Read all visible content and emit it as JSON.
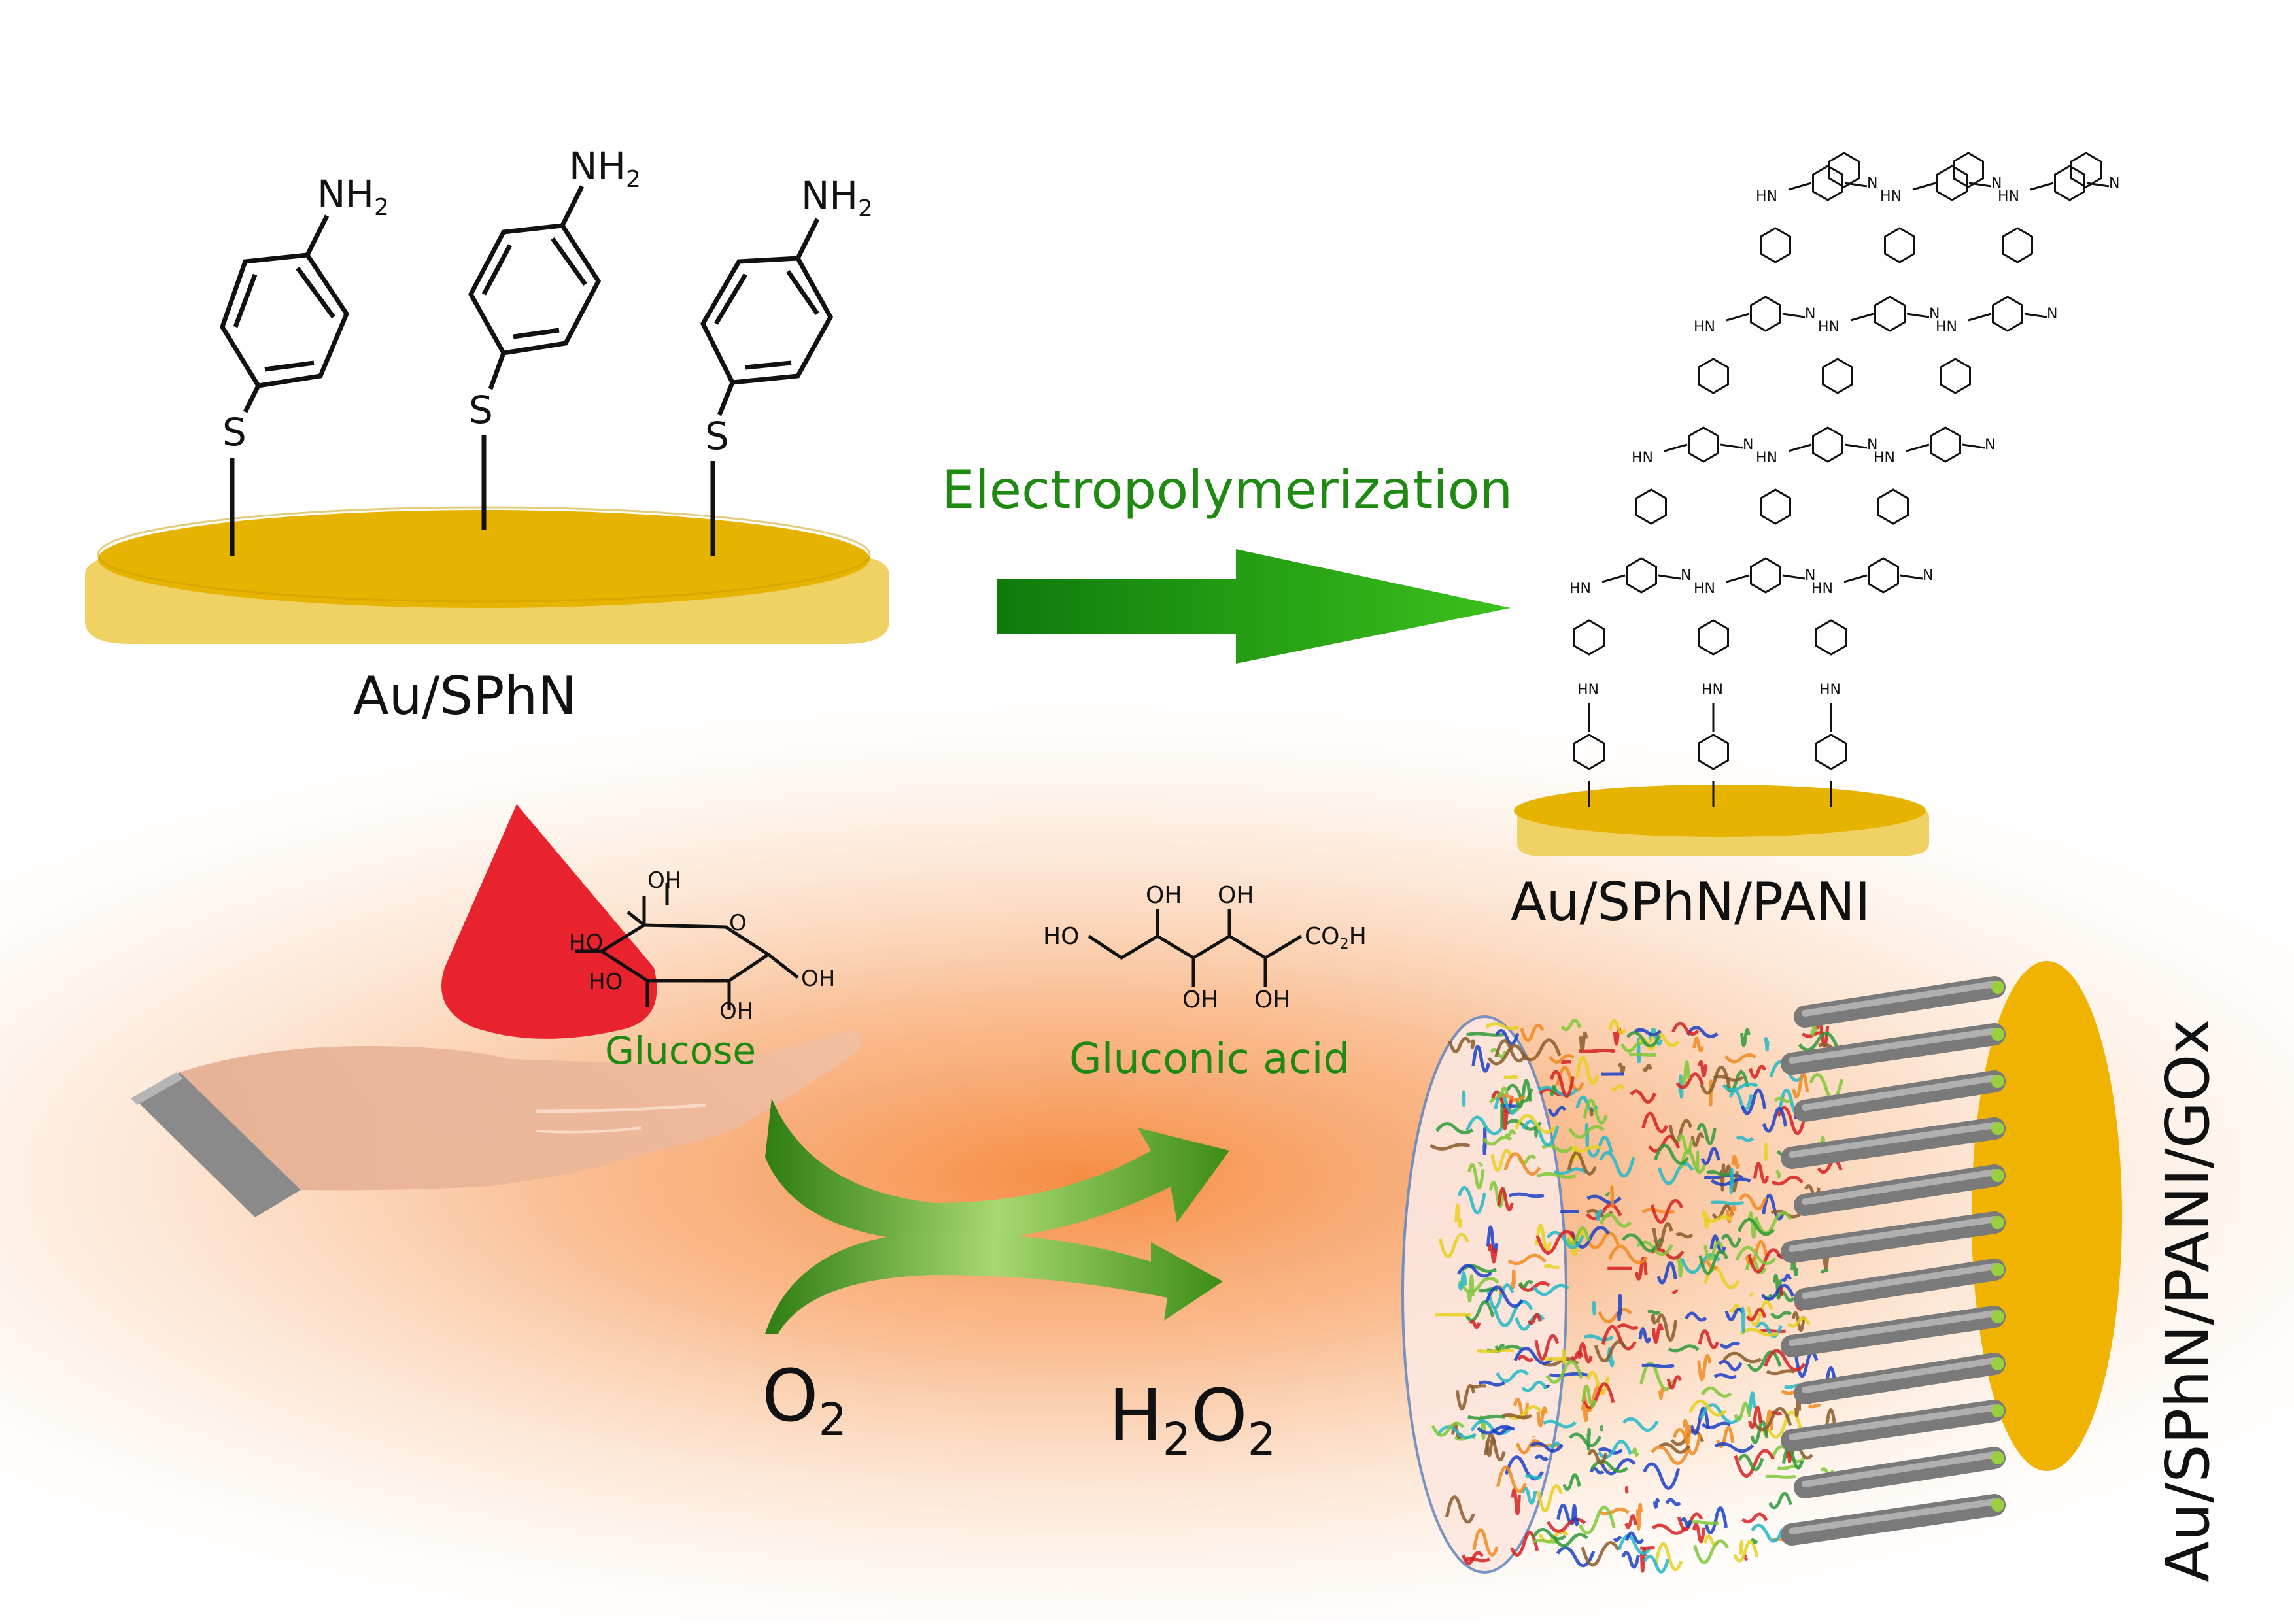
{
  "labels": {
    "au_sphn": "Au/SPhN",
    "electropolymerization": "Electropolymerization",
    "au_sphn_pani": "Au/SPhN/PANI",
    "au_sphn_pani_gox": "Au/SPhN/PANI/GOx",
    "glucose": "Glucose",
    "gluconic_acid": "Gluconic acid",
    "o2_main": "O",
    "o2_sub": "2",
    "h2o2_h": "H",
    "h2o2_sub1": "2",
    "h2o2_o": "O",
    "h2o2_sub2": "2"
  },
  "molecules": {
    "nh2": "NH",
    "nh2_sub": "2",
    "s": "S",
    "hn": "HN",
    "hn_plus": "HN",
    "n": "N",
    "oh": "OH",
    "ho": "HO",
    "o": "O",
    "co2h": "CO",
    "co2h_sub": "2",
    "co2h_h": "H"
  },
  "colors": {
    "gold": "#e8b400",
    "gold_light": "#f0d260",
    "arrow_green": "#1e9a10",
    "label_green": "#1f8a12",
    "drop_red": "#e8232e",
    "glow_orange": "#f5873a"
  }
}
